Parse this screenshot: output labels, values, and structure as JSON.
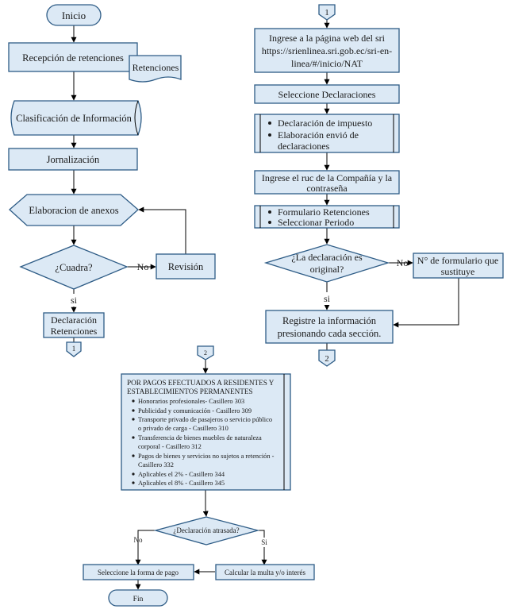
{
  "left": {
    "inicio": "Inicio",
    "recepcion": "Recepción de retenciones",
    "retenciones_doc": "Retenciones",
    "clasificacion": "Clasificación de Información",
    "jornalizacion": "Jornalización",
    "elaboracion": "Elaboracion de anexos",
    "cuadra": "¿Cuadra?",
    "no_label": "No",
    "revision": "Revisión",
    "si_label": "si",
    "declaracion_line1": "Declaración",
    "declaracion_line2": "Retenciones",
    "connector_out": "1"
  },
  "right": {
    "connector_in": "1",
    "ingrese_sri": [
      "Ingrese a la página web del sri",
      "https://srienlinea.sri.gob.ec/sri-en-",
      "linea/#/inicio/NAT"
    ],
    "seleccione_declaraciones": "Seleccione Declaraciones",
    "sub1": [
      "Declaración de impuesto",
      "Elaboración  envió de",
      "declaraciones"
    ],
    "ingrese_ruc": [
      "Ingrese el ruc de la Compañía y la",
      "contraseña"
    ],
    "sub2": [
      "Formulario Retenciones",
      "Seleccionar Periodo"
    ],
    "original": [
      "¿La declaración es",
      "original?"
    ],
    "no_label": "No",
    "formulario": [
      "N° de formulario que",
      "sustituye"
    ],
    "si_label": "si",
    "registre": [
      "Registre la información",
      "presionando cada sección."
    ],
    "connector_out": "2"
  },
  "bottom": {
    "connector_in": "2",
    "box_title": [
      "POR PAGOS EFECTUADOS A RESIDENTES Y",
      "ESTABLECIMIENTOS PERMANENTES"
    ],
    "items": [
      [
        "Honorarios profesionales- Casillero 303"
      ],
      [
        "Publicidad y comunicación - Casillero 309"
      ],
      [
        "Transporte privado de pasajeros o servicio público",
        "o privado de carga - Casillero 310"
      ],
      [
        "Transferencia de bienes muebles de naturaleza",
        "corporal - Casillero 312"
      ],
      [
        "Pagos de bienes y servicios no sujetos a retención -",
        "Casillero 332"
      ],
      [
        "Aplicables el 2% - Casillero 344"
      ],
      [
        "Aplicables el 8% - Casillero 345"
      ]
    ],
    "atrasada": "¿Declaración atrasada?",
    "no_label": "No",
    "si_label": "Si",
    "seleccione_pago": "Seleccione la forma de pago",
    "calcular": "Calcular la multa y/o interés",
    "fin": "Fin"
  }
}
